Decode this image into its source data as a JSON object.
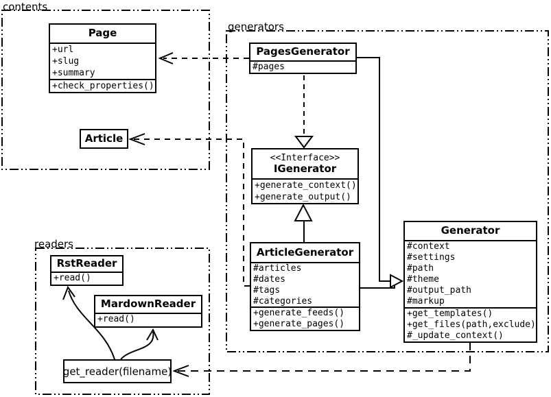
{
  "diagram": {
    "background": "#ffffff",
    "line_color": "#000000"
  },
  "packages": {
    "contents": {
      "label": "contents"
    },
    "generators": {
      "label": "generators"
    },
    "readers": {
      "label": "readers"
    }
  },
  "classes": {
    "page": {
      "name": "Page",
      "attributes": [
        "+url",
        "+slug",
        "+summary"
      ],
      "methods": [
        "+check_properties()"
      ]
    },
    "article": {
      "name": "Article"
    },
    "pages_generator": {
      "name": "PagesGenerator",
      "attributes": [
        "#pages"
      ]
    },
    "igenerator": {
      "stereotype": "<<Interface>>",
      "name": "IGenerator",
      "methods": [
        "+generate_context()",
        "+generate_output()"
      ]
    },
    "article_generator": {
      "name": "ArticleGenerator",
      "attributes": [
        "#articles",
        "#dates",
        "#tags",
        "#categories"
      ],
      "methods": [
        "+generate_feeds()",
        "+generate_pages()"
      ]
    },
    "generator": {
      "name": "Generator",
      "attributes": [
        "#context",
        "#settings",
        "#path",
        "#theme",
        "#output_path",
        "#markup"
      ],
      "methods": [
        "+get_templates()",
        "+get_files(path,exclude)",
        "#_update_context()"
      ]
    },
    "rst_reader": {
      "name": "RstReader",
      "methods": [
        "+read()"
      ]
    },
    "mardown_reader": {
      "name": "MardownReader",
      "methods": [
        "+read()"
      ]
    },
    "get_reader": {
      "name": "get_reader(filename)"
    }
  }
}
